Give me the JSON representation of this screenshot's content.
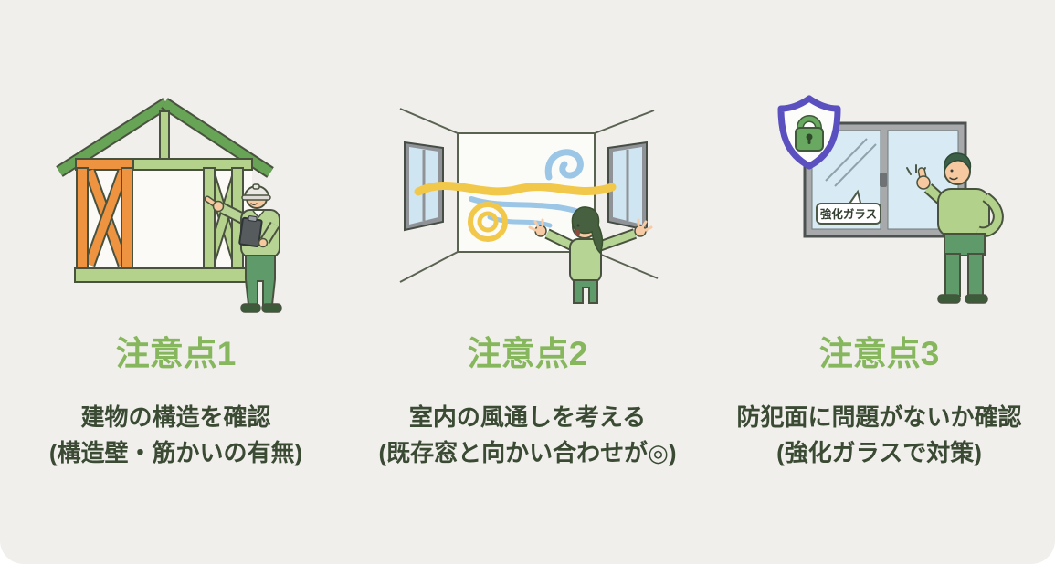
{
  "page": {
    "background": "#ffffff",
    "panel_background": "#f0efec"
  },
  "colors": {
    "title_green": "#86b75c",
    "body_text_dark_green": "#3a4a33",
    "frame_outline": "#49523f",
    "frame_green_dark": "#68a455",
    "frame_green_light": "#b5d28d",
    "frame_orange": "#ee9340",
    "wind_blue": "#9cc6e6",
    "wind_yellow": "#f2c84b",
    "shield_purple": "#5a50c0",
    "lock_green": "#69a860",
    "glass_blue": "#d8ebf4",
    "clothes_green_light": "#b6d494",
    "clothes_green_mid": "#5f9a6b"
  },
  "points": [
    {
      "title": "注意点1",
      "line1": "建物の構造を確認",
      "line2": "(構造壁・筋かいの有無)",
      "illustration": "house-frame-inspection"
    },
    {
      "title": "注意点2",
      "line1": "室内の風通しを考える",
      "line2": "(既存窓と向かい合わせが◎)",
      "illustration": "room-cross-ventilation"
    },
    {
      "title": "注意点3",
      "line1": "防犯面に問題がないか確認",
      "line2": "(強化ガラスで対策)",
      "illustration": "security-window-check"
    }
  ],
  "illustration_labels": {
    "tempered_glass": "強化ガラス"
  }
}
